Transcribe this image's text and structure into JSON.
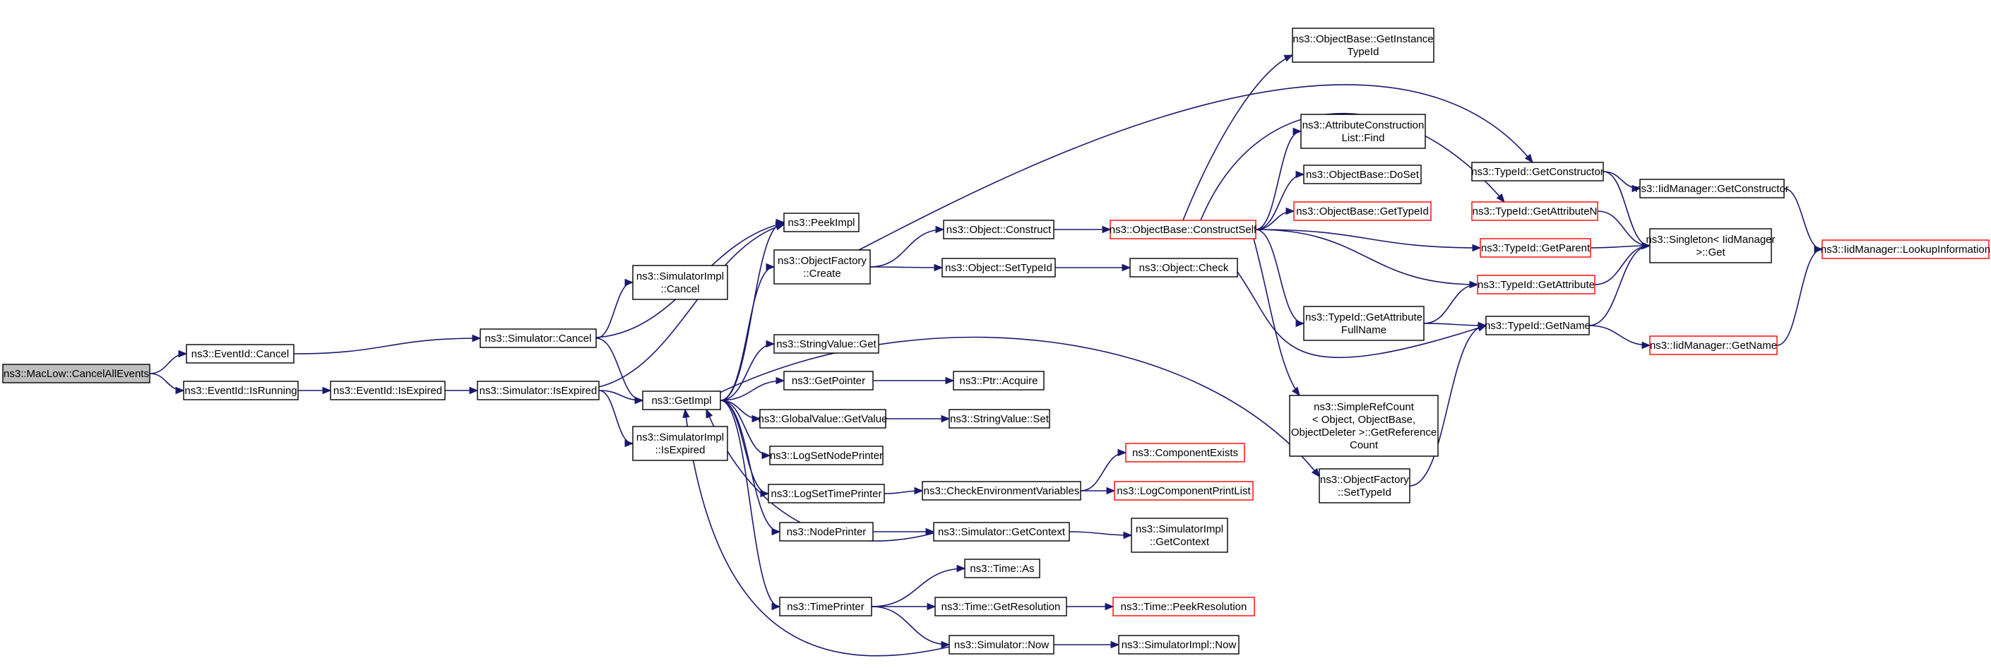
{
  "diagram": {
    "type": "call-graph",
    "nodes": [
      {
        "id": "n0",
        "lines": [
          "ns3::MacLow::CancelAllEvents"
        ],
        "style": "root"
      },
      {
        "id": "n1",
        "lines": [
          "ns3::EventId::Cancel"
        ],
        "style": "normal"
      },
      {
        "id": "n2",
        "lines": [
          "ns3::EventId::IsRunning"
        ],
        "style": "normal"
      },
      {
        "id": "n3",
        "lines": [
          "ns3::EventId::IsExpired"
        ],
        "style": "normal"
      },
      {
        "id": "n4",
        "lines": [
          "ns3::Simulator::Cancel"
        ],
        "style": "normal"
      },
      {
        "id": "n5",
        "lines": [
          "ns3::Simulator::IsExpired"
        ],
        "style": "normal"
      },
      {
        "id": "n6",
        "lines": [
          "ns3::SimulatorImpl",
          "::Cancel"
        ],
        "style": "normal"
      },
      {
        "id": "n7",
        "lines": [
          "ns3::SimulatorImpl",
          "::IsExpired"
        ],
        "style": "normal"
      },
      {
        "id": "n8",
        "lines": [
          "ns3::GetImpl"
        ],
        "style": "normal"
      },
      {
        "id": "n9",
        "lines": [
          "ns3::PeekImpl"
        ],
        "style": "normal"
      },
      {
        "id": "n10",
        "lines": [
          "ns3::ObjectFactory",
          "::Create"
        ],
        "style": "normal"
      },
      {
        "id": "n11",
        "lines": [
          "ns3::StringValue::Get"
        ],
        "style": "normal"
      },
      {
        "id": "n12",
        "lines": [
          "ns3::GetPointer"
        ],
        "style": "normal"
      },
      {
        "id": "n13",
        "lines": [
          "ns3::GlobalValue::GetValue"
        ],
        "style": "normal"
      },
      {
        "id": "n14",
        "lines": [
          "ns3::LogSetNodePrinter"
        ],
        "style": "normal"
      },
      {
        "id": "n15",
        "lines": [
          "ns3::LogSetTimePrinter"
        ],
        "style": "normal"
      },
      {
        "id": "n16",
        "lines": [
          "ns3::NodePrinter"
        ],
        "style": "normal"
      },
      {
        "id": "n17",
        "lines": [
          "ns3::TimePrinter"
        ],
        "style": "normal"
      },
      {
        "id": "n18",
        "lines": [
          "ns3::Object::Construct"
        ],
        "style": "normal"
      },
      {
        "id": "n19",
        "lines": [
          "ns3::Object::SetTypeId"
        ],
        "style": "normal"
      },
      {
        "id": "n20",
        "lines": [
          "ns3::Ptr::Acquire"
        ],
        "style": "normal"
      },
      {
        "id": "n21",
        "lines": [
          "ns3::StringValue::Set"
        ],
        "style": "normal"
      },
      {
        "id": "n22",
        "lines": [
          "ns3::CheckEnvironmentVariables"
        ],
        "style": "normal"
      },
      {
        "id": "n23",
        "lines": [
          "ns3::Simulator::GetContext"
        ],
        "style": "normal"
      },
      {
        "id": "n24",
        "lines": [
          "ns3::Time::As"
        ],
        "style": "normal"
      },
      {
        "id": "n25",
        "lines": [
          "ns3::Time::GetResolution"
        ],
        "style": "normal"
      },
      {
        "id": "n26",
        "lines": [
          "ns3::Simulator::Now"
        ],
        "style": "normal"
      },
      {
        "id": "n27",
        "lines": [
          "ns3::ObjectBase::ConstructSelf"
        ],
        "style": "red"
      },
      {
        "id": "n28",
        "lines": [
          "ns3::Object::Check"
        ],
        "style": "normal"
      },
      {
        "id": "n29",
        "lines": [
          "ns3::ComponentExists"
        ],
        "style": "red"
      },
      {
        "id": "n30",
        "lines": [
          "ns3::LogComponentPrintList"
        ],
        "style": "red"
      },
      {
        "id": "n31",
        "lines": [
          "ns3::SimulatorImpl",
          "::GetContext"
        ],
        "style": "normal"
      },
      {
        "id": "n32",
        "lines": [
          "ns3::Time::PeekResolution"
        ],
        "style": "red"
      },
      {
        "id": "n33",
        "lines": [
          "ns3::SimulatorImpl::Now"
        ],
        "style": "normal"
      },
      {
        "id": "n34",
        "lines": [
          "ns3::ObjectBase::GetInstance",
          "TypeId"
        ],
        "style": "normal"
      },
      {
        "id": "n35",
        "lines": [
          "ns3::AttributeConstruction",
          "List::Find"
        ],
        "style": "normal"
      },
      {
        "id": "n36",
        "lines": [
          "ns3::ObjectBase::DoSet"
        ],
        "style": "normal"
      },
      {
        "id": "n37",
        "lines": [
          "ns3::ObjectBase::GetTypeId"
        ],
        "style": "red"
      },
      {
        "id": "n38",
        "lines": [
          "ns3::TypeId::GetAttribute",
          "FullName"
        ],
        "style": "normal"
      },
      {
        "id": "n39",
        "lines": [
          "ns3::SimpleRefCount",
          "< Object, ObjectBase,",
          "ObjectDeleter >::GetReference",
          "Count"
        ],
        "style": "normal"
      },
      {
        "id": "n40",
        "lines": [
          "ns3::ObjectFactory",
          "::SetTypeId"
        ],
        "style": "normal"
      },
      {
        "id": "n41",
        "lines": [
          "ns3::TypeId::GetConstructor"
        ],
        "style": "normal"
      },
      {
        "id": "n42",
        "lines": [
          "ns3::TypeId::GetAttributeN"
        ],
        "style": "red"
      },
      {
        "id": "n43",
        "lines": [
          "ns3::TypeId::GetParent"
        ],
        "style": "red"
      },
      {
        "id": "n44",
        "lines": [
          "ns3::TypeId::GetAttribute"
        ],
        "style": "red"
      },
      {
        "id": "n45",
        "lines": [
          "ns3::TypeId::GetName"
        ],
        "style": "normal"
      },
      {
        "id": "n46",
        "lines": [
          "ns3::IidManager::GetConstructor"
        ],
        "style": "normal"
      },
      {
        "id": "n47",
        "lines": [
          "ns3::Singleton< IidManager",
          ">::Get"
        ],
        "style": "normal"
      },
      {
        "id": "n48",
        "lines": [
          "ns3::IidManager::GetName"
        ],
        "style": "red"
      },
      {
        "id": "n49",
        "lines": [
          "ns3::IidManager::LookupInformation"
        ],
        "style": "red"
      }
    ],
    "edges": [
      [
        "n0",
        "n1"
      ],
      [
        "n0",
        "n2"
      ],
      [
        "n2",
        "n3"
      ],
      [
        "n1",
        "n4"
      ],
      [
        "n3",
        "n5"
      ],
      [
        "n4",
        "n6"
      ],
      [
        "n4",
        "n8"
      ],
      [
        "n4",
        "n9"
      ],
      [
        "n5",
        "n7"
      ],
      [
        "n5",
        "n8"
      ],
      [
        "n5",
        "n9"
      ],
      [
        "n8",
        "n9"
      ],
      [
        "n8",
        "n10"
      ],
      [
        "n8",
        "n11"
      ],
      [
        "n8",
        "n12"
      ],
      [
        "n8",
        "n13"
      ],
      [
        "n8",
        "n14"
      ],
      [
        "n8",
        "n15"
      ],
      [
        "n8",
        "n16"
      ],
      [
        "n8",
        "n17"
      ],
      [
        "n8",
        "n40"
      ],
      [
        "n10",
        "n18"
      ],
      [
        "n10",
        "n19"
      ],
      [
        "n10",
        "n41"
      ],
      [
        "n12",
        "n20"
      ],
      [
        "n13",
        "n21"
      ],
      [
        "n15",
        "n22"
      ],
      [
        "n16",
        "n23"
      ],
      [
        "n17",
        "n24"
      ],
      [
        "n17",
        "n25"
      ],
      [
        "n17",
        "n26"
      ],
      [
        "n18",
        "n27"
      ],
      [
        "n19",
        "n28"
      ],
      [
        "n22",
        "n29"
      ],
      [
        "n22",
        "n30"
      ],
      [
        "n23",
        "n31"
      ],
      [
        "n23",
        "n8"
      ],
      [
        "n25",
        "n32"
      ],
      [
        "n26",
        "n33"
      ],
      [
        "n26",
        "n8"
      ],
      [
        "n27",
        "n34"
      ],
      [
        "n27",
        "n35"
      ],
      [
        "n27",
        "n36"
      ],
      [
        "n27",
        "n37"
      ],
      [
        "n27",
        "n42"
      ],
      [
        "n27",
        "n43"
      ],
      [
        "n27",
        "n44"
      ],
      [
        "n27",
        "n38"
      ],
      [
        "n27",
        "n39"
      ],
      [
        "n28",
        "n45"
      ],
      [
        "n38",
        "n44"
      ],
      [
        "n38",
        "n45"
      ],
      [
        "n40",
        "n45"
      ],
      [
        "n41",
        "n46"
      ],
      [
        "n41",
        "n47"
      ],
      [
        "n42",
        "n47"
      ],
      [
        "n43",
        "n47"
      ],
      [
        "n44",
        "n47"
      ],
      [
        "n45",
        "n47"
      ],
      [
        "n45",
        "n48"
      ],
      [
        "n46",
        "n49"
      ],
      [
        "n48",
        "n49"
      ]
    ]
  }
}
